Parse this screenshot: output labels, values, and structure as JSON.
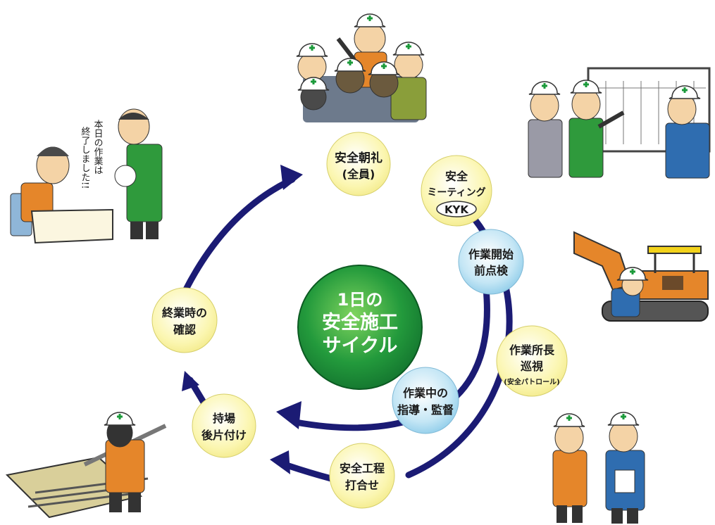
{
  "center": {
    "lines": [
      "1日の",
      "安全施工",
      "サイクル"
    ]
  },
  "outer_steps": [
    {
      "id": "morning-meeting",
      "lines": [
        "安全朝礼",
        "(全員)"
      ]
    },
    {
      "id": "safety-meeting",
      "lines": [
        "安全",
        "ミーティング"
      ],
      "badge": "KYK"
    },
    {
      "id": "director-patrol",
      "lines": [
        "作業所長",
        "巡視"
      ],
      "sub": "(安全パトロール)"
    },
    {
      "id": "process-meeting",
      "lines": [
        "安全工程",
        "打合せ"
      ]
    },
    {
      "id": "tidy-up",
      "lines": [
        "持場",
        "後片付け"
      ]
    },
    {
      "id": "end-check",
      "lines": [
        "終業時の",
        "確認"
      ]
    }
  ],
  "inner_steps": [
    {
      "id": "pre-work-check",
      "lines": [
        "作業開始",
        "前点検"
      ]
    },
    {
      "id": "guidance",
      "lines": [
        "作業中の",
        "指導・監督"
      ]
    }
  ],
  "speech_bubble": {
    "lines": [
      "本日の作業は",
      "終了しました!!"
    ]
  },
  "colors": {
    "arrow": "#1b1b74",
    "outer_circle": "#fbf7b8",
    "inner_circle": "#bfe3f4",
    "center": "#1f8f3a",
    "helmet_mark": "#1b9a3a",
    "orange_suit": "#e5862a",
    "green_suit": "#2f9a3c",
    "blue_suit": "#2f6db0",
    "machine": "#f2d21a"
  }
}
